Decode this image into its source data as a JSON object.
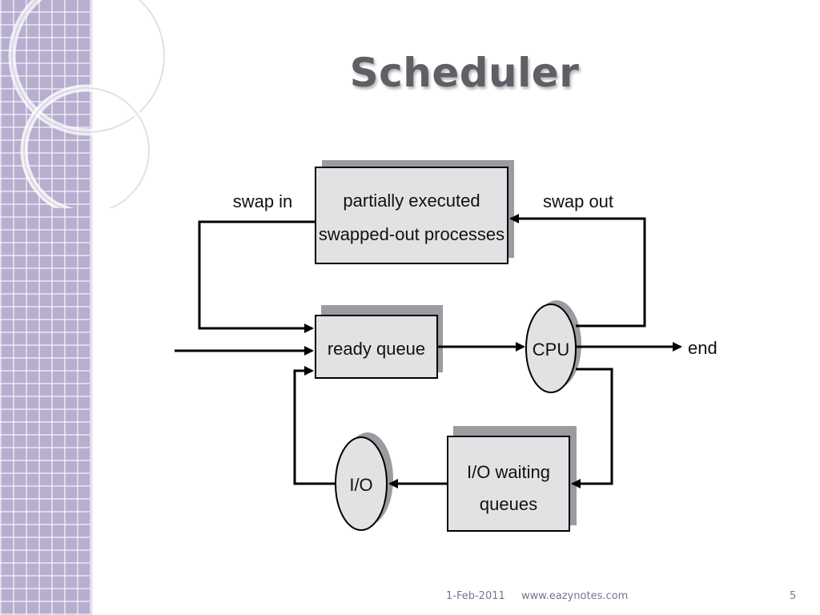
{
  "slide": {
    "title": "Scheduler"
  },
  "diagram": {
    "labels": {
      "swap_in": "swap in",
      "swap_out": "swap out",
      "end": "end"
    },
    "nodes": {
      "swapped_out": {
        "line1": "partially executed",
        "line2": "swapped-out processes"
      },
      "ready_queue": {
        "label": "ready queue"
      },
      "cpu": {
        "label": "CPU"
      },
      "io_waiting": {
        "line1": "I/O waiting",
        "line2": "queues"
      },
      "io": {
        "label": "I/O"
      }
    }
  },
  "footer": {
    "date": "1-Feb-2011",
    "website": "www.eazynotes.com",
    "page_number": "5"
  },
  "colors": {
    "band": "#b7aed0",
    "box_fill": "#e2e2e4",
    "box_shadow": "#9c9ca0",
    "title": "#5f5f66",
    "footer": "#7a7390"
  }
}
